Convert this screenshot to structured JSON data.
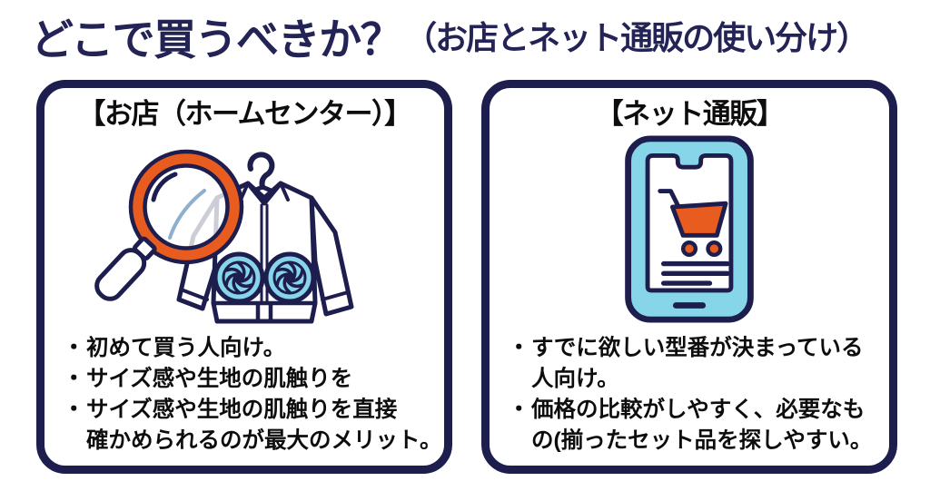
{
  "colors": {
    "page-bg": "#ffffff",
    "navy": "#1d1d4e",
    "title-navy": "#232356",
    "orange": "#e95c1f",
    "light-blue": "#87d5e8",
    "text-black": "#0d0d0d"
  },
  "title": {
    "main": "どこで買うべきか？",
    "sub": "（お店とネット通販の使い分け）"
  },
  "bullet_marker": "・",
  "left_panel": {
    "header": "【お店（ホームセンター）】",
    "illustration": "fan-jacket-with-magnifying-glass",
    "bullets": [
      {
        "lines": [
          "初めて買う人向け。",
          ""
        ]
      },
      {
        "lines": [
          "サイズ感や生地の肌触りを",
          ""
        ]
      },
      {
        "lines": [
          "サイズ感や生地の肌触りを直接",
          "確かめられるのが最大のメリット。"
        ]
      }
    ]
  },
  "right_panel": {
    "header": "【ネット通販】",
    "illustration": "smartphone-with-shopping-cart",
    "bullets": [
      {
        "lines": [
          "すでに欲しい型番が決まっている",
          "人向け。"
        ]
      },
      {
        "lines": [
          "価格の比較がしやすく、必要なも",
          "の(揃ったセット品を探しやすい。"
        ]
      }
    ]
  }
}
